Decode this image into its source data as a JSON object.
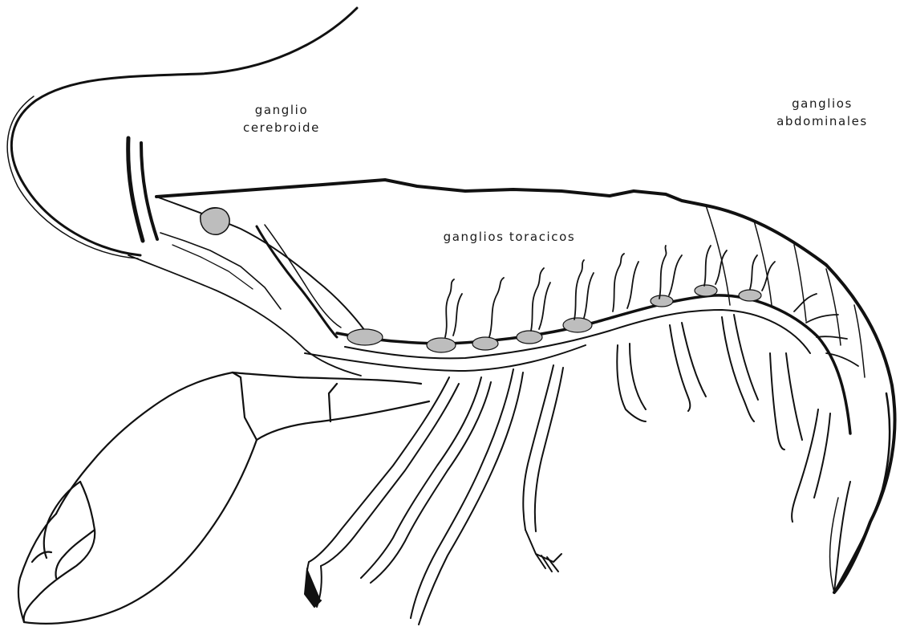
{
  "labels": {
    "cerebroide": {
      "line1": "ganglio",
      "line2": "cerebroide"
    },
    "abdominales": {
      "line1": "ganglios",
      "line2": "abdominales"
    },
    "toracicos": {
      "line1": "ganglios toracicos"
    }
  },
  "colors": {
    "background": "#ffffff",
    "ink": "#111111",
    "ganglion_fill": "#bdbdbd"
  }
}
